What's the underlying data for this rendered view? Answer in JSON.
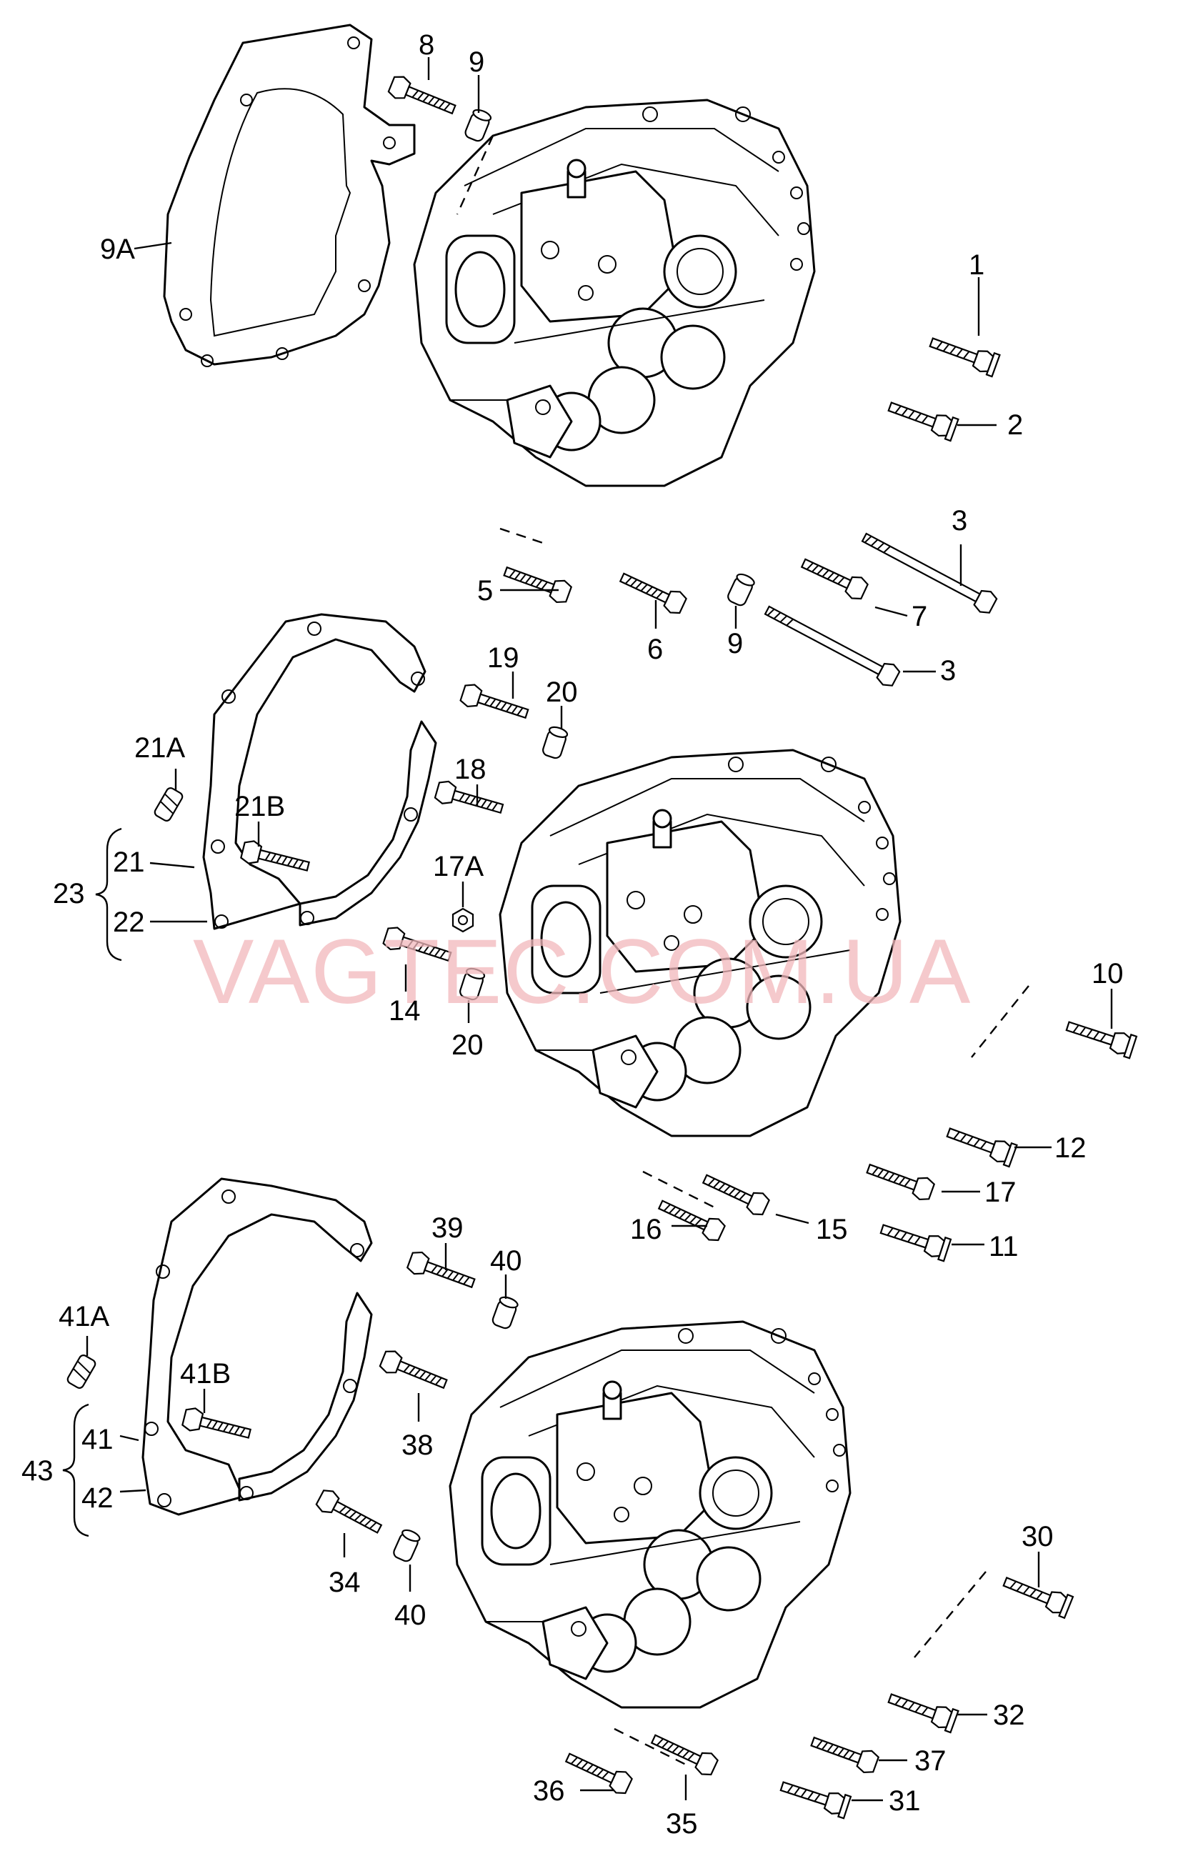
{
  "watermark": "VAGTEC.COM.UA",
  "callouts": {
    "p1": "1",
    "p2": "2",
    "p3a": "3",
    "p3b": "3",
    "p5": "5",
    "p6": "6",
    "p7": "7",
    "p8": "8",
    "p9a": "9",
    "p9b": "9",
    "p9A": "9A",
    "p10": "10",
    "p11": "11",
    "p12": "12",
    "p14": "14",
    "p15": "15",
    "p16": "16",
    "p17": "17",
    "p17A": "17A",
    "p18": "18",
    "p19": "19",
    "p20a": "20",
    "p20b": "20",
    "p21": "21",
    "p21A": "21A",
    "p21B": "21B",
    "p22": "22",
    "p23": "23",
    "p30": "30",
    "p31": "31",
    "p32": "32",
    "p34": "34",
    "p35": "35",
    "p36": "36",
    "p37": "37",
    "p38": "38",
    "p39": "39",
    "p40a": "40",
    "p40b": "40",
    "p41": "41",
    "p41A": "41A",
    "p41B": "41B",
    "p42": "42",
    "p43": "43"
  },
  "colors": {
    "line": "#000000",
    "watermark": "#f2b8bc",
    "background": "#ffffff"
  }
}
